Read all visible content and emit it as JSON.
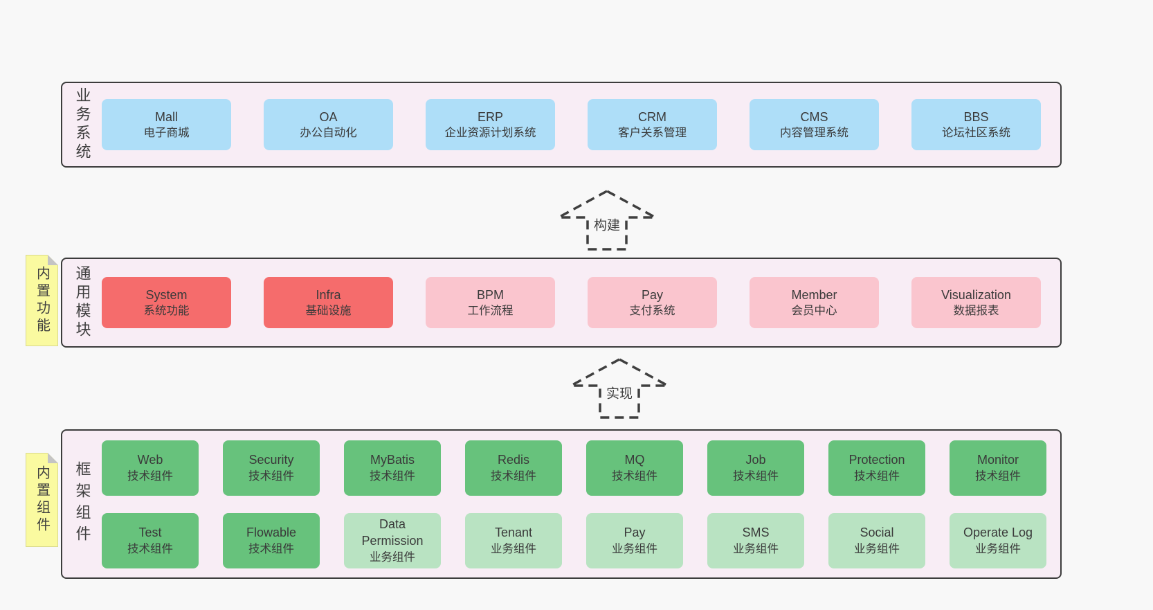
{
  "colors": {
    "blue": "#aedef8",
    "red": "#f56c6c",
    "pink": "#fac5ce",
    "green": "#67c27c",
    "lightgreen": "#b9e3c2",
    "band_background": "#f8edf5",
    "note_background": "#fafaa0",
    "page_background": "#f8f8f8",
    "border": "#3c3c3c"
  },
  "arrows": [
    {
      "label": "构建"
    },
    {
      "label": "实现"
    }
  ],
  "sections": [
    {
      "label": "业务系统",
      "boxes": [
        {
          "title": "Mall",
          "subtitle": "电子商城",
          "variant": "blue"
        },
        {
          "title": "OA",
          "subtitle": "办公自动化",
          "variant": "blue"
        },
        {
          "title": "ERP",
          "subtitle": "企业资源计划系统",
          "variant": "blue"
        },
        {
          "title": "CRM",
          "subtitle": "客户关系管理",
          "variant": "blue"
        },
        {
          "title": "CMS",
          "subtitle": "内容管理系统",
          "variant": "blue"
        },
        {
          "title": "BBS",
          "subtitle": "论坛社区系统",
          "variant": "blue"
        }
      ]
    },
    {
      "label": "通用模块",
      "note": "内置功能",
      "boxes": [
        {
          "title": "System",
          "subtitle": "系统功能",
          "variant": "red"
        },
        {
          "title": "Infra",
          "subtitle": "基础设施",
          "variant": "red"
        },
        {
          "title": "BPM",
          "subtitle": "工作流程",
          "variant": "pink"
        },
        {
          "title": "Pay",
          "subtitle": "支付系统",
          "variant": "pink"
        },
        {
          "title": "Member",
          "subtitle": "会员中心",
          "variant": "pink"
        },
        {
          "title": "Visualization",
          "subtitle": "数据报表",
          "variant": "pink"
        }
      ]
    },
    {
      "label": "框架组件",
      "note": "内置组件",
      "rows": [
        [
          {
            "title": "Web",
            "subtitle": "技术组件",
            "variant": "green"
          },
          {
            "title": "Security",
            "subtitle": "技术组件",
            "variant": "green"
          },
          {
            "title": "MyBatis",
            "subtitle": "技术组件",
            "variant": "green"
          },
          {
            "title": "Redis",
            "subtitle": "技术组件",
            "variant": "green"
          },
          {
            "title": "MQ",
            "subtitle": "技术组件",
            "variant": "green"
          },
          {
            "title": "Job",
            "subtitle": "技术组件",
            "variant": "green"
          },
          {
            "title": "Protection",
            "subtitle": "技术组件",
            "variant": "green"
          },
          {
            "title": "Monitor",
            "subtitle": "技术组件",
            "variant": "green"
          }
        ],
        [
          {
            "title": "Test",
            "subtitle": "技术组件",
            "variant": "green"
          },
          {
            "title": "Flowable",
            "subtitle": "技术组件",
            "variant": "green"
          },
          {
            "title": "Data Permission",
            "subtitle": "业务组件",
            "variant": "lightgreen"
          },
          {
            "title": "Tenant",
            "subtitle": "业务组件",
            "variant": "lightgreen"
          },
          {
            "title": "Pay",
            "subtitle": "业务组件",
            "variant": "lightgreen"
          },
          {
            "title": "SMS",
            "subtitle": "业务组件",
            "variant": "lightgreen"
          },
          {
            "title": "Social",
            "subtitle": "业务组件",
            "variant": "lightgreen"
          },
          {
            "title": "Operate Log",
            "subtitle": "业务组件",
            "variant": "lightgreen"
          }
        ]
      ]
    }
  ]
}
